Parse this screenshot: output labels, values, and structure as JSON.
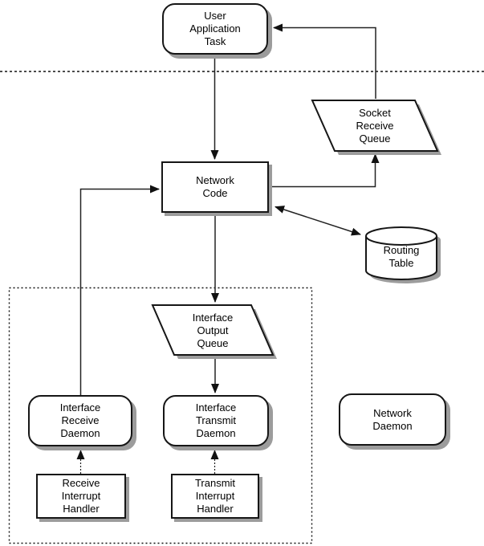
{
  "diagram": {
    "kind": "network-stack-flow-diagram",
    "background": "#ffffff",
    "colors": {
      "node_fill": "#ffffff",
      "node_border": "#161616",
      "shadow": "#9c9c9c",
      "line": "#1e1e1e",
      "text": "#000000"
    },
    "nodes": [
      {
        "id": "user-application-task",
        "shape": "rounded-rect",
        "label": "User\nApplication\nTask"
      },
      {
        "id": "socket-receive-queue",
        "shape": "parallelogram",
        "label": "Socket\nReceive\nQueue"
      },
      {
        "id": "network-code",
        "shape": "rect",
        "label": "Network\nCode"
      },
      {
        "id": "routing-table",
        "shape": "cylinder",
        "label": "Routing\nTable"
      },
      {
        "id": "interface-output-queue",
        "shape": "parallelogram",
        "label": "Interface\nOutput\nQueue"
      },
      {
        "id": "interface-receive-daemon",
        "shape": "rounded-rect",
        "label": "Interface\nReceive\nDaemon"
      },
      {
        "id": "interface-transmit-daemon",
        "shape": "rounded-rect",
        "label": "Interface\nTransmit\nDaemon"
      },
      {
        "id": "network-daemon",
        "shape": "rounded-rect",
        "label": "Network\nDaemon"
      },
      {
        "id": "receive-interrupt-handler",
        "shape": "rect",
        "label": "Receive\nInterrupt\nHandler"
      },
      {
        "id": "transmit-interrupt-handler",
        "shape": "rect",
        "label": "Transmit\nInterrupt\nHandler"
      }
    ],
    "edges": [
      {
        "from": "user-application-task",
        "to": "network-code",
        "style": "solid-arrow"
      },
      {
        "from": "socket-receive-queue",
        "to": "user-application-task",
        "style": "solid-arrow"
      },
      {
        "from": "network-code",
        "to": "socket-receive-queue",
        "style": "solid-arrow"
      },
      {
        "from": "network-code",
        "to": "routing-table",
        "style": "double-headed-arrow"
      },
      {
        "from": "network-code",
        "to": "interface-output-queue",
        "style": "solid-arrow"
      },
      {
        "from": "interface-output-queue",
        "to": "interface-transmit-daemon",
        "style": "solid-arrow"
      },
      {
        "from": "interface-receive-daemon",
        "to": "network-code",
        "style": "solid-arrow"
      },
      {
        "from": "receive-interrupt-handler",
        "to": "interface-receive-daemon",
        "style": "dotted-arrow"
      },
      {
        "from": "transmit-interrupt-handler",
        "to": "interface-transmit-daemon",
        "style": "dotted-arrow"
      }
    ],
    "regions": [
      {
        "id": "user-kernel-separator",
        "style": "dotted-horizontal-line"
      },
      {
        "id": "driver-boundary-box",
        "style": "dotted-rectangle"
      }
    ]
  }
}
